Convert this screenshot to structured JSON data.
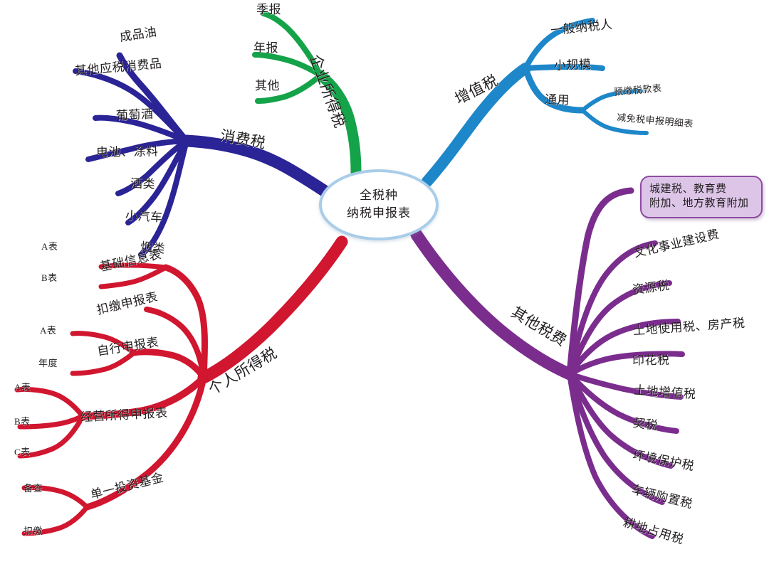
{
  "diagram": {
    "type": "mind-map",
    "center": {
      "line1": "全税种",
      "line2": "纳税申报表"
    },
    "colors": {
      "center_border": "#a9cde9",
      "consumption_tax": "#2b2496",
      "corporate_income_tax": "#15a349",
      "value_added_tax": "#1d87c9",
      "personal_income_tax": "#d1162f",
      "other_taxes": "#7b2d8e",
      "boxed_node_fill": "#ddc5e8",
      "text": "#231f20"
    },
    "branches": [
      {
        "id": "consumption-tax",
        "label": "消费税",
        "color": "#2b2496",
        "children": [
          {
            "label": "成品油"
          },
          {
            "label": "其他应税消费品"
          },
          {
            "label": "葡萄酒"
          },
          {
            "label": "电池、涂料"
          },
          {
            "label": "酒类"
          },
          {
            "label": "小汽车"
          },
          {
            "label": "烟类"
          }
        ]
      },
      {
        "id": "corporate-income-tax",
        "label": "企业所得税",
        "color": "#15a349",
        "children": [
          {
            "label": "季报"
          },
          {
            "label": "年报"
          },
          {
            "label": "其他"
          }
        ]
      },
      {
        "id": "value-added-tax",
        "label": "增值税",
        "color": "#1d87c9",
        "children": [
          {
            "label": "一般纳税人"
          },
          {
            "label": "小规模"
          },
          {
            "label": "通用",
            "children": [
              {
                "label": "预缴税款表"
              },
              {
                "label": "减免税申报明细表"
              }
            ]
          }
        ]
      },
      {
        "id": "personal-income-tax",
        "label": "个人所得税",
        "color": "#d1162f",
        "children": [
          {
            "label": "基础信息表",
            "children": [
              {
                "label": "A表"
              },
              {
                "label": "B表"
              }
            ]
          },
          {
            "label": "扣缴申报表"
          },
          {
            "label": "自行申报表",
            "children": [
              {
                "label": "A表"
              },
              {
                "label": "年度"
              }
            ]
          },
          {
            "label": "经营所得申报表",
            "children": [
              {
                "label": "A表"
              },
              {
                "label": "B表"
              },
              {
                "label": "C表"
              }
            ]
          },
          {
            "label": "单一投资基金",
            "children": [
              {
                "label": "备查"
              },
              {
                "label": "扣缴"
              }
            ]
          }
        ]
      },
      {
        "id": "other-taxes",
        "label": "其他税费",
        "color": "#7b2d8e",
        "children": [
          {
            "label": "城建税、教育费",
            "label2": "附加、地方教育附加",
            "boxed": true
          },
          {
            "label": "文化事业建设费"
          },
          {
            "label": "资源税"
          },
          {
            "label": "土地使用税、房产税"
          },
          {
            "label": "印花税"
          },
          {
            "label": "土地增值税"
          },
          {
            "label": "契税"
          },
          {
            "label": "环境保护税"
          },
          {
            "label": "车辆购置税"
          },
          {
            "label": "耕地占用税"
          }
        ]
      }
    ]
  }
}
